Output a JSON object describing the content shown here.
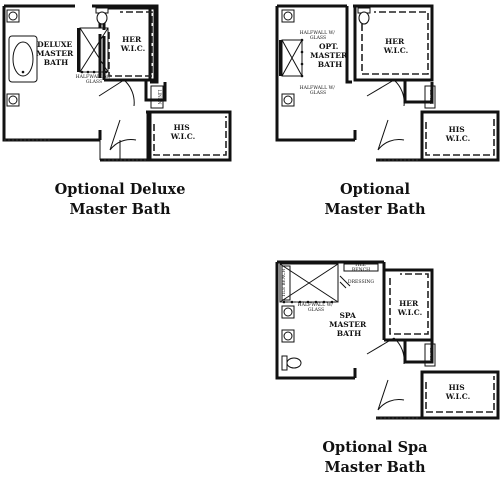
{
  "plans": [
    {
      "id": "deluxe",
      "caption": [
        "Optional Deluxe",
        "Master Bath"
      ],
      "rooms": {
        "bath": [
          "DELUXE",
          "MASTER",
          "BATH"
        ],
        "her_wic": [
          "HER",
          "W.I.C."
        ],
        "his_wic": [
          "HIS",
          "W.I.C."
        ]
      },
      "notes": {
        "halfwall": [
          "HALFWALL W/",
          "GLASS"
        ],
        "linen": "LINEN"
      }
    },
    {
      "id": "optional",
      "caption": [
        "Optional",
        "Master Bath"
      ],
      "rooms": {
        "bath": [
          "OPT.",
          "MASTER",
          "BATH"
        ],
        "her_wic": [
          "HER",
          "W.I.C."
        ],
        "his_wic": [
          "HIS",
          "W.I.C."
        ]
      },
      "notes": {
        "halfwall_top": [
          "HALFWALL W/",
          "GLASS"
        ],
        "halfwall_bottom": [
          "HALFWALL W/",
          "GLASS"
        ],
        "linen": "LINEN"
      }
    },
    {
      "id": "spa",
      "caption": [
        "Optional Spa",
        "Master Bath"
      ],
      "rooms": {
        "bath": [
          "SPA",
          "MASTER",
          "BATH"
        ],
        "her_wic": [
          "HER",
          "W.I.C."
        ],
        "his_wic": [
          "HIS",
          "W.I.C."
        ]
      },
      "notes": {
        "tile_bench": [
          "TILE",
          "BENCH"
        ],
        "tile_bench_side": "TILE BENCH",
        "dressing": "DRESSING",
        "halfwall": [
          "HALFWALL W/",
          "GLASS"
        ],
        "linen": "LINEN"
      }
    }
  ]
}
